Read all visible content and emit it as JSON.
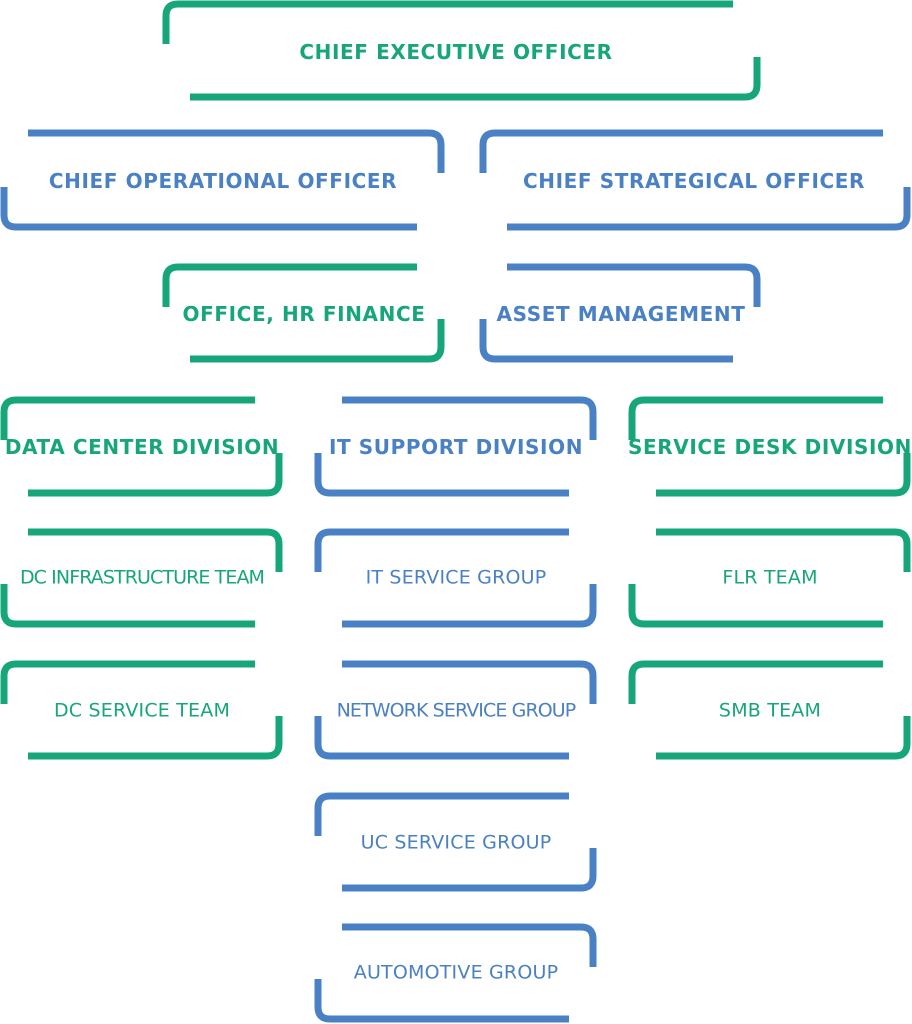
{
  "colors": {
    "green": "#17a67a",
    "blue": "#4a80c4"
  },
  "chart": {
    "ceo": {
      "label": "CHIEF EXECUTIVE OFFICER",
      "color": "green"
    },
    "coo": {
      "label": "CHIEF OPERATIONAL OFFICER",
      "color": "blue"
    },
    "cso": {
      "label": "CHIEF STRATEGICAL OFFICER",
      "color": "blue"
    },
    "office_hr_finance": {
      "label": "OFFICE, HR FINANCE",
      "color": "green"
    },
    "asset_management": {
      "label": "ASSET MANAGEMENT",
      "color": "blue"
    },
    "data_center_division": {
      "label": "DATA CENTER DIVISION",
      "color": "green"
    },
    "it_support_division": {
      "label": "IT SUPPORT DIVISION",
      "color": "blue"
    },
    "service_desk_division": {
      "label": "SERVICE DESK DIVISION",
      "color": "green"
    },
    "dc_infrastructure_team": {
      "label": "DC INFRASTRUCTURE TEAM",
      "color": "green"
    },
    "it_service_group": {
      "label": "IT SERVICE GROUP",
      "color": "blue"
    },
    "flr_team": {
      "label": "FLR TEAM",
      "color": "green"
    },
    "dc_service_team": {
      "label": "DC SERVICE TEAM",
      "color": "green"
    },
    "network_service_group": {
      "label": "NETWORK SERVICE GROUP",
      "color": "blue"
    },
    "smb_team": {
      "label": "SMB TEAM",
      "color": "green"
    },
    "uc_service_group": {
      "label": "UC SERVICE GROUP",
      "color": "blue"
    },
    "automotive_group": {
      "label": "AUTOMOTIVE GROUP",
      "color": "blue"
    }
  }
}
